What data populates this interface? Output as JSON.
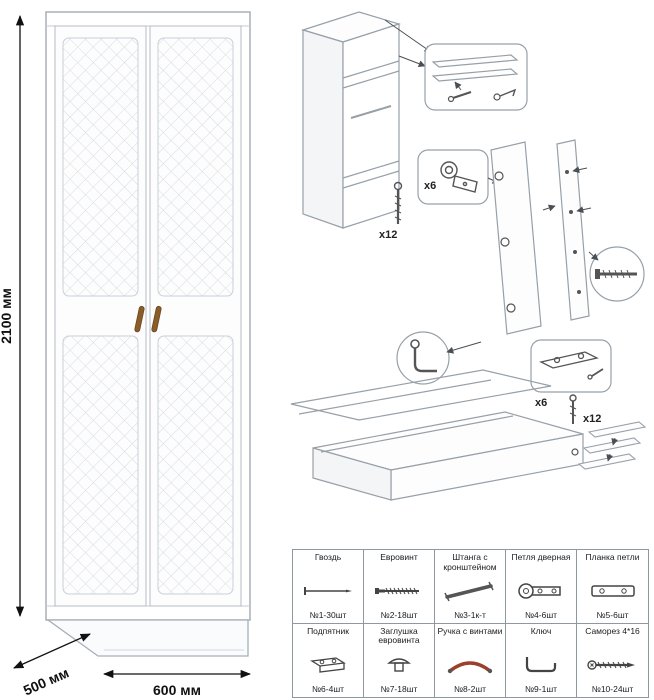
{
  "dimensions": {
    "height_label": "2100 мм",
    "depth_label": "500 мм",
    "width_label": "600 мм"
  },
  "callouts": {
    "hinge_top_qty": "x6",
    "screw_top_qty": "x12",
    "hinge_bottom_qty": "x6",
    "screw_bottom_qty": "x12"
  },
  "parts": {
    "row1": [
      {
        "name": "Гвоздь",
        "qty": "№1-30шт"
      },
      {
        "name": "Евровинт",
        "qty": "№2-18шт"
      },
      {
        "name": "Штанга с кронштейном",
        "qty": "№3-1к-т"
      },
      {
        "name": "Петля дверная",
        "qty": "№4-6шт"
      },
      {
        "name": "Планка петли",
        "qty": "№5-6шт"
      }
    ],
    "row2": [
      {
        "name": "Подпятник",
        "qty": "№6-4шт"
      },
      {
        "name": "Заглушка евровинта",
        "qty": "№7-18шт"
      },
      {
        "name": "Ручка с винтами",
        "qty": "№8-2шт"
      },
      {
        "name": "Ключ",
        "qty": "№9-1шт"
      },
      {
        "name": "Саморез 4*16",
        "qty": "№10-24шт"
      }
    ]
  },
  "colors": {
    "outline": "#98a1a9",
    "lattice": "#d6dce2",
    "handle": "#8a5c28",
    "handle_icon": "#9c3f2b"
  }
}
